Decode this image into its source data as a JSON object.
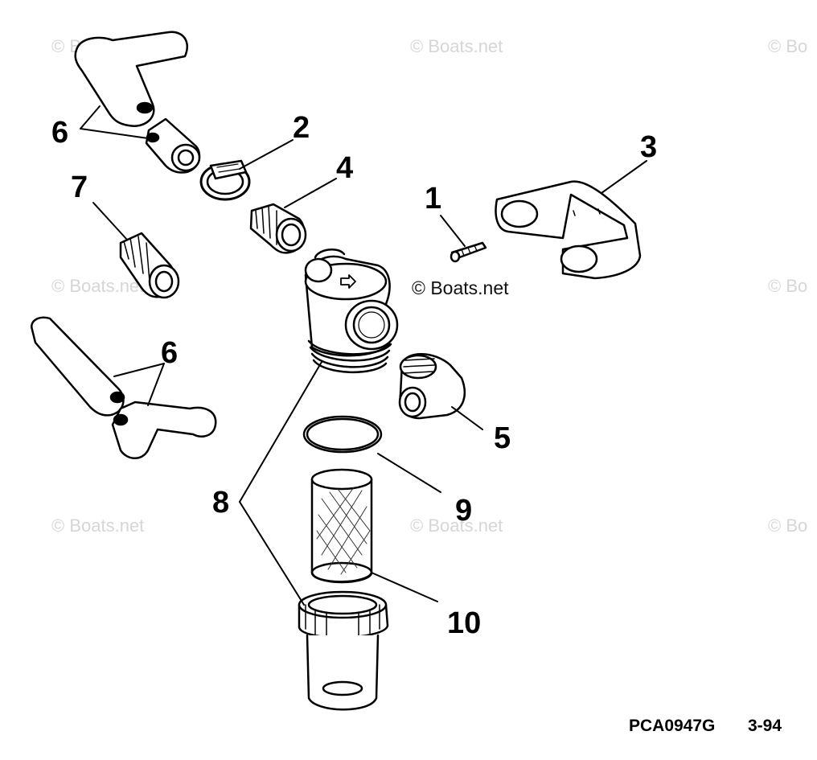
{
  "watermark": "© Boats.net",
  "watermark_partial": "© Bo",
  "callouts": {
    "c1": "1",
    "c2": "2",
    "c3": "3",
    "c4": "4",
    "c5": "5",
    "c6a": "6",
    "c6b": "6",
    "c7": "7",
    "c8": "8",
    "c9": "9",
    "c10": "10"
  },
  "footer": {
    "code": "PCA0947G",
    "page": "3-94"
  }
}
